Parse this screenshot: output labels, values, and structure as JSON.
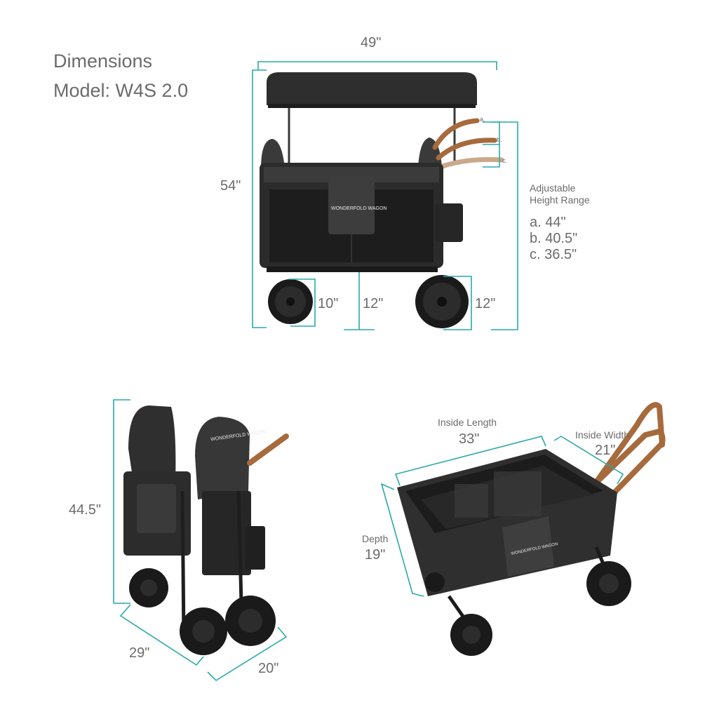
{
  "colors": {
    "accent": "#2aa9a8",
    "text": "#6b6b6b",
    "wagon_dark": "#2b2b2b",
    "handle_brown": "#a66a3c"
  },
  "header": {
    "title": "Dimensions",
    "model": "Model: W4S 2.0"
  },
  "front_view": {
    "brand_logo": "WONDERFOLD WAGON",
    "overall_width": "49\"",
    "overall_height": "54\"",
    "front_wheel": "10\"",
    "ground_clearance": "12\"",
    "rear_wheel": "12\"",
    "handle_markers": [
      "a.",
      "b.",
      "c."
    ],
    "adjustable_title": "Adjustable\nHeight Range",
    "adjustable_lines": [
      "a. 44\"",
      "b. 40.5\"",
      "c. 36.5\""
    ]
  },
  "folded_view": {
    "brand_logo": "WONDERFOLD WAGON",
    "folded_height": "44.5\"",
    "folded_length": "29\"",
    "folded_width": "20\""
  },
  "open_view": {
    "brand_logo": "WONDERFOLD WAGON",
    "inside_length_label": "Inside Length",
    "inside_length_value": "33\"",
    "inside_width_label": "Inside Width",
    "inside_width_value": "21\"",
    "depth_label": "Depth",
    "depth_value": "19\""
  }
}
